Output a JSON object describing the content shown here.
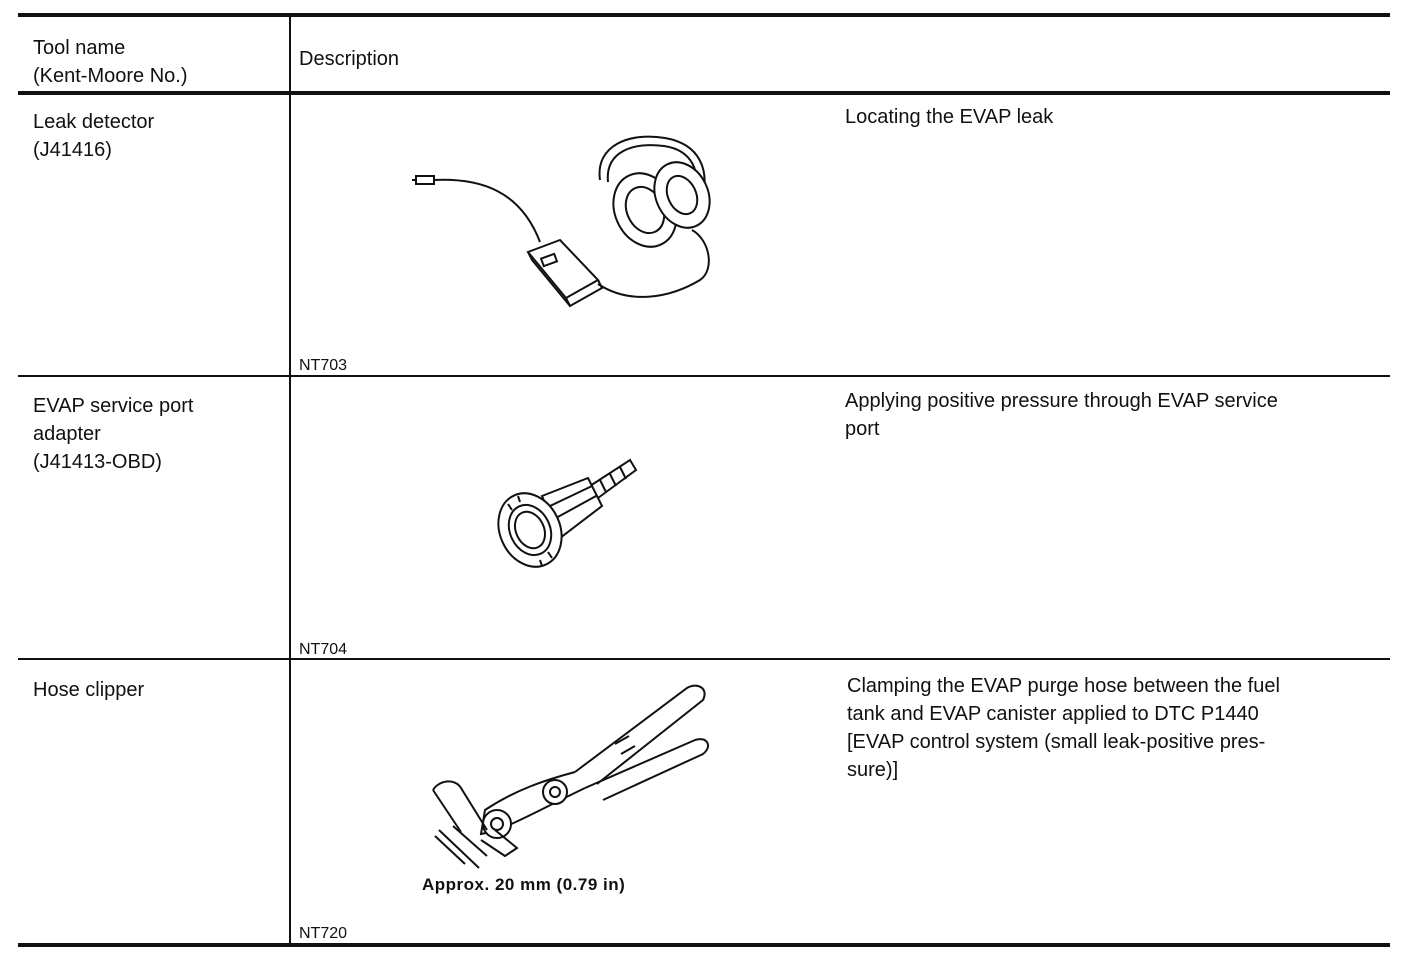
{
  "table": {
    "header": {
      "tool_name": "Tool name\n(Kent-Moore No.)",
      "description": "Description"
    },
    "rows": [
      {
        "tool_name": "Leak detector\n(J41416)",
        "figure_code": "NT703",
        "figure_icon": "leak-detector-headphones-icon",
        "description": "Locating the EVAP leak"
      },
      {
        "tool_name": "EVAP service port\nadapter\n(J41413-OBD)",
        "figure_code": "NT704",
        "figure_icon": "service-port-adapter-icon",
        "description": "Applying positive pressure through EVAP service\nport"
      },
      {
        "tool_name": "Hose clipper",
        "figure_code": "NT720",
        "figure_icon": "hose-clipper-pliers-icon",
        "figure_annotation": "Approx. 20 mm (0.79 in)",
        "description": "Clamping the EVAP purge hose between the fuel\ntank and EVAP canister applied to DTC P1440\n[EVAP control system (small leak-positive pres-\nsure)]"
      }
    ]
  }
}
